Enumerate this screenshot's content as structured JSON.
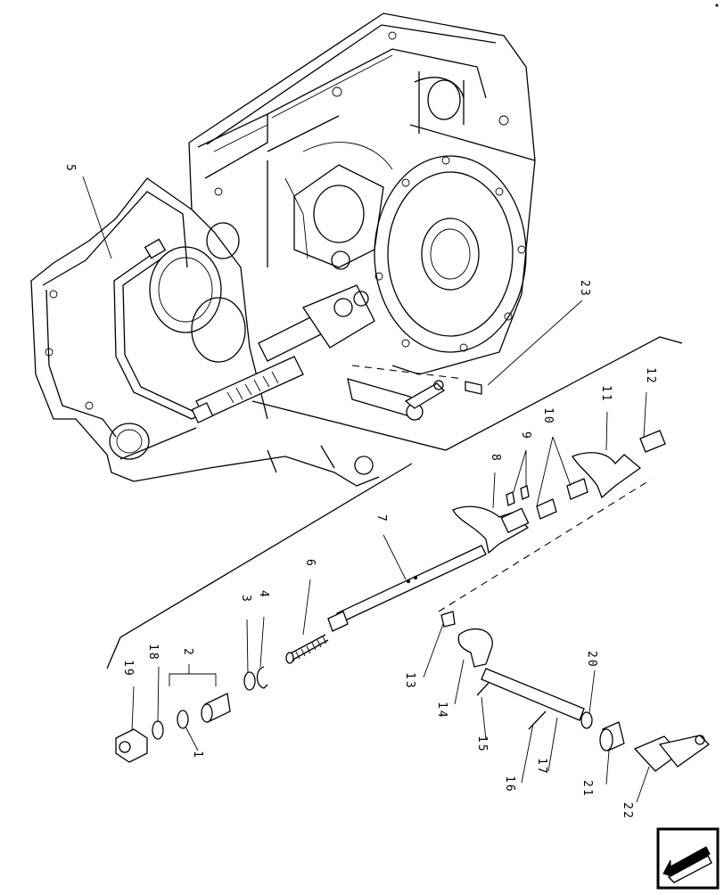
{
  "callouts": [
    {
      "id": "c1",
      "text": "1"
    },
    {
      "id": "c2",
      "text": "2"
    },
    {
      "id": "c3",
      "text": "3"
    },
    {
      "id": "c4",
      "text": "4"
    },
    {
      "id": "c5",
      "text": "5"
    },
    {
      "id": "c6",
      "text": "6"
    },
    {
      "id": "c7",
      "text": "7"
    },
    {
      "id": "c8",
      "text": "8"
    },
    {
      "id": "c9",
      "text": "9"
    },
    {
      "id": "c10",
      "text": "10"
    },
    {
      "id": "c11",
      "text": "11"
    },
    {
      "id": "c12",
      "text": "12"
    },
    {
      "id": "c13",
      "text": "13"
    },
    {
      "id": "c14",
      "text": "14"
    },
    {
      "id": "c15",
      "text": "15"
    },
    {
      "id": "c16",
      "text": "16"
    },
    {
      "id": "c17",
      "text": "17"
    },
    {
      "id": "c18",
      "text": "18"
    },
    {
      "id": "c19",
      "text": "19"
    },
    {
      "id": "c20",
      "text": "20"
    },
    {
      "id": "c21",
      "text": "21"
    },
    {
      "id": "c22",
      "text": "22"
    },
    {
      "id": "c23",
      "text": "23"
    }
  ],
  "nav_icon": "previous-page-arrow-icon"
}
